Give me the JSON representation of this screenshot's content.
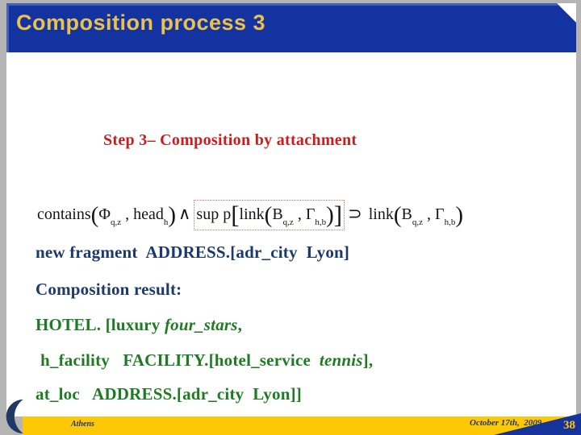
{
  "header": {
    "title": "Composition process 3"
  },
  "subtitle": "Step 3– Composition by attachment",
  "formula": {
    "s1": "contains",
    "p_open": "(",
    "s2": "Φ",
    "s2sub": "q,z",
    "s3": " , head",
    "s3sub": "h",
    "p_close": ")",
    "and": "∧",
    "s4": "sup p",
    "br_open": "[",
    "s5": "link",
    "s6": "B",
    "s6sub": "q,z",
    "s7": " , Γ",
    "s7sub": "h,b",
    "br_close": "]",
    "superset": "⊃",
    "s8": " link"
  },
  "body_lines": [
    {
      "pre": "new fragment  ADDRESS.[adr_city  Lyon]",
      "italic": "",
      "post": ""
    },
    {
      "pre": "Composition result:",
      "italic": "",
      "post": ""
    },
    {
      "pre": "HOTEL. [luxury ",
      "italic": "four_stars",
      "post": ","
    },
    {
      "pre": "h_facility   FACILITY.[hotel_service  ",
      "italic": "tennis",
      "post": "],"
    },
    {
      "pre": "at_loc   ADDRESS.[adr_city  Lyon]]",
      "italic": "",
      "post": ""
    }
  ],
  "footer": {
    "location": "Athens",
    "date": "October 17th,  2009",
    "page_number": "38"
  },
  "colors": {
    "header_blue": "#1233A0",
    "title_gold": "#EBC04B",
    "step_red": "#CC1C1C",
    "navy_text": "#1B3A6B",
    "green_text": "#1F7B23",
    "footer_gold": "#FFC807",
    "footer_blue": "#16339B",
    "highlight_box_border": "#D07070",
    "crescent_navy": "#1F3864",
    "outer_gray": "#b4b4b4"
  }
}
